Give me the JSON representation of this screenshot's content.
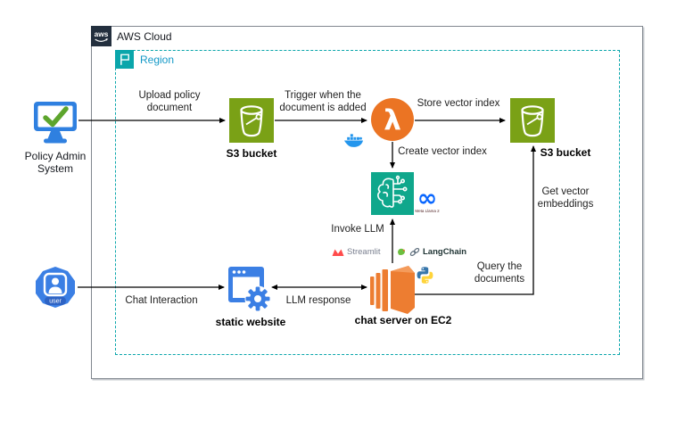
{
  "groups": {
    "aws_cloud": "AWS Cloud",
    "region": "Region"
  },
  "nodes": {
    "policy_admin": {
      "label_line1": "Policy Admin",
      "label_line2": "System"
    },
    "s3_left": {
      "label": "S3 bucket"
    },
    "lambda": {
      "glyph": "λ"
    },
    "s3_right": {
      "label": "S3 bucket"
    },
    "meta_llama": {
      "infinity": "∞",
      "label": "Meta Llama 2"
    },
    "ec2": {
      "label": "chat server on EC2"
    },
    "static_website": {
      "label": "static website"
    },
    "user": {
      "label": "user"
    },
    "streamlit": {
      "label": "Streamlit"
    },
    "langchain": {
      "label": "LangChain"
    }
  },
  "edges": {
    "upload_policy": {
      "line1": "Upload policy",
      "line2": "document"
    },
    "trigger": {
      "line1": "Trigger when the",
      "line2": "document is added"
    },
    "store_vector": {
      "label": "Store vector index"
    },
    "create_vector": {
      "label": "Create vector index"
    },
    "get_vector": {
      "line1": "Get vector",
      "line2": "embeddings"
    },
    "invoke_llm": {
      "label": "Invoke LLM"
    },
    "query_docs": {
      "line1": "Query the",
      "line2": "documents"
    },
    "llm_response": {
      "label": "LLM response"
    },
    "chat_interaction": {
      "label": "Chat Interaction"
    }
  },
  "colors": {
    "aws_dark": "#232F3E",
    "region_teal": "#0AA6AB",
    "region_text": "#1499C7",
    "s3_green": "#7AA116",
    "lambda_orange": "#EB7423",
    "ml_teal": "#0FA78C",
    "ec2_orange": "#ED7D31",
    "blue_icon": "#3B7FE4",
    "meta_blue": "#0866FF",
    "streamlit_red": "#FF4B4B",
    "docker_blue": "#2496ED",
    "python_blue": "#3776AB",
    "python_yellow": "#FFD43B",
    "check_green": "#5DA52C"
  }
}
